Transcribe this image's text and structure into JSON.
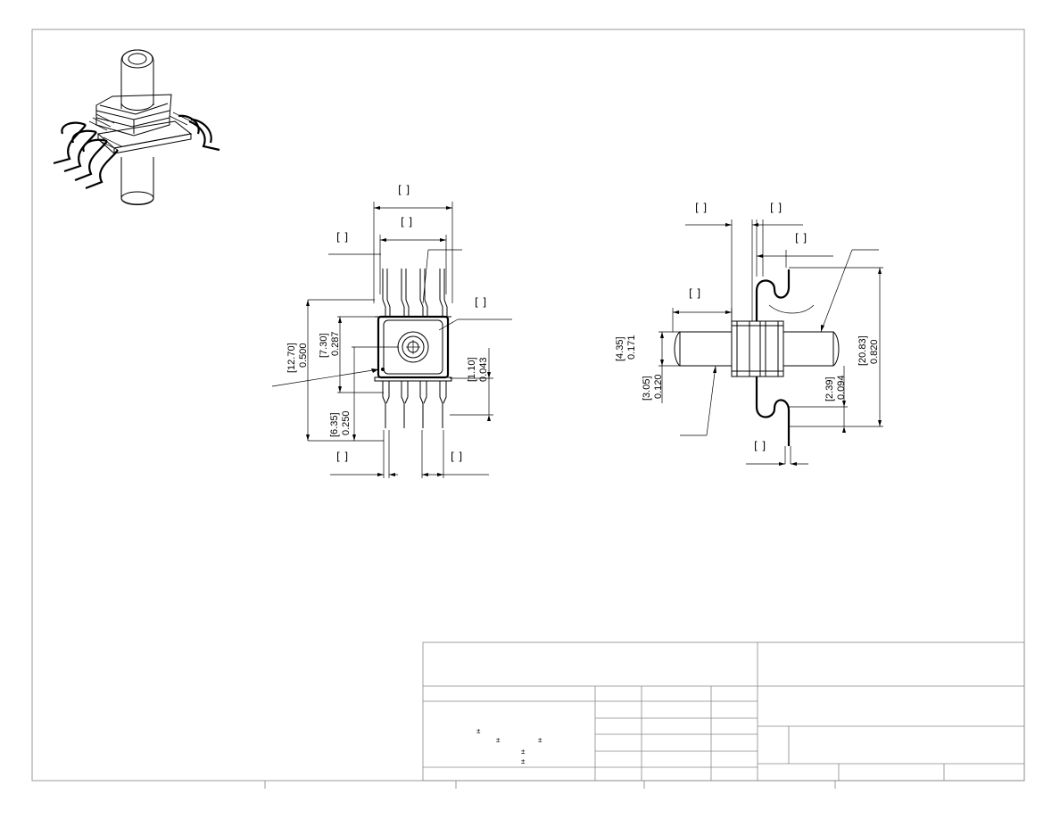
{
  "drawing": {
    "front_view": {
      "overall_height": {
        "metric": "[12.70]",
        "inch": "0.500"
      },
      "body_height": {
        "metric": "[7.30]",
        "inch": "0.287"
      },
      "lead_offset": {
        "metric": "[6.35]",
        "inch": "0.250"
      },
      "body_thickness": {
        "metric": "[1.10]",
        "inch": "0.043"
      },
      "top_overall_width": "[ ]",
      "top_inner_width": "[ ]",
      "top_left_offset": "[ ]",
      "port_label": "[ ]",
      "bottom_left_pitch": "[ ]",
      "bottom_right_width": "[ ]"
    },
    "side_view": {
      "port_diameter": {
        "metric": "[4.35]",
        "inch": "0.171"
      },
      "port_inner": {
        "metric": "[3.05]",
        "inch": "0.120"
      },
      "lead_height": {
        "metric": "[2.39]",
        "inch": "0.094"
      },
      "overall_span": {
        "metric": "[20.83]",
        "inch": "0.820"
      },
      "top_label_a": "[ ]",
      "top_label_b": "[ ]",
      "top_label_c": "[ ]",
      "left_label": "[ ]",
      "bottom_label": "[ ]"
    },
    "title_block": {
      "tolerances": [
        "±",
        "±",
        "±",
        "±",
        "±"
      ]
    }
  }
}
